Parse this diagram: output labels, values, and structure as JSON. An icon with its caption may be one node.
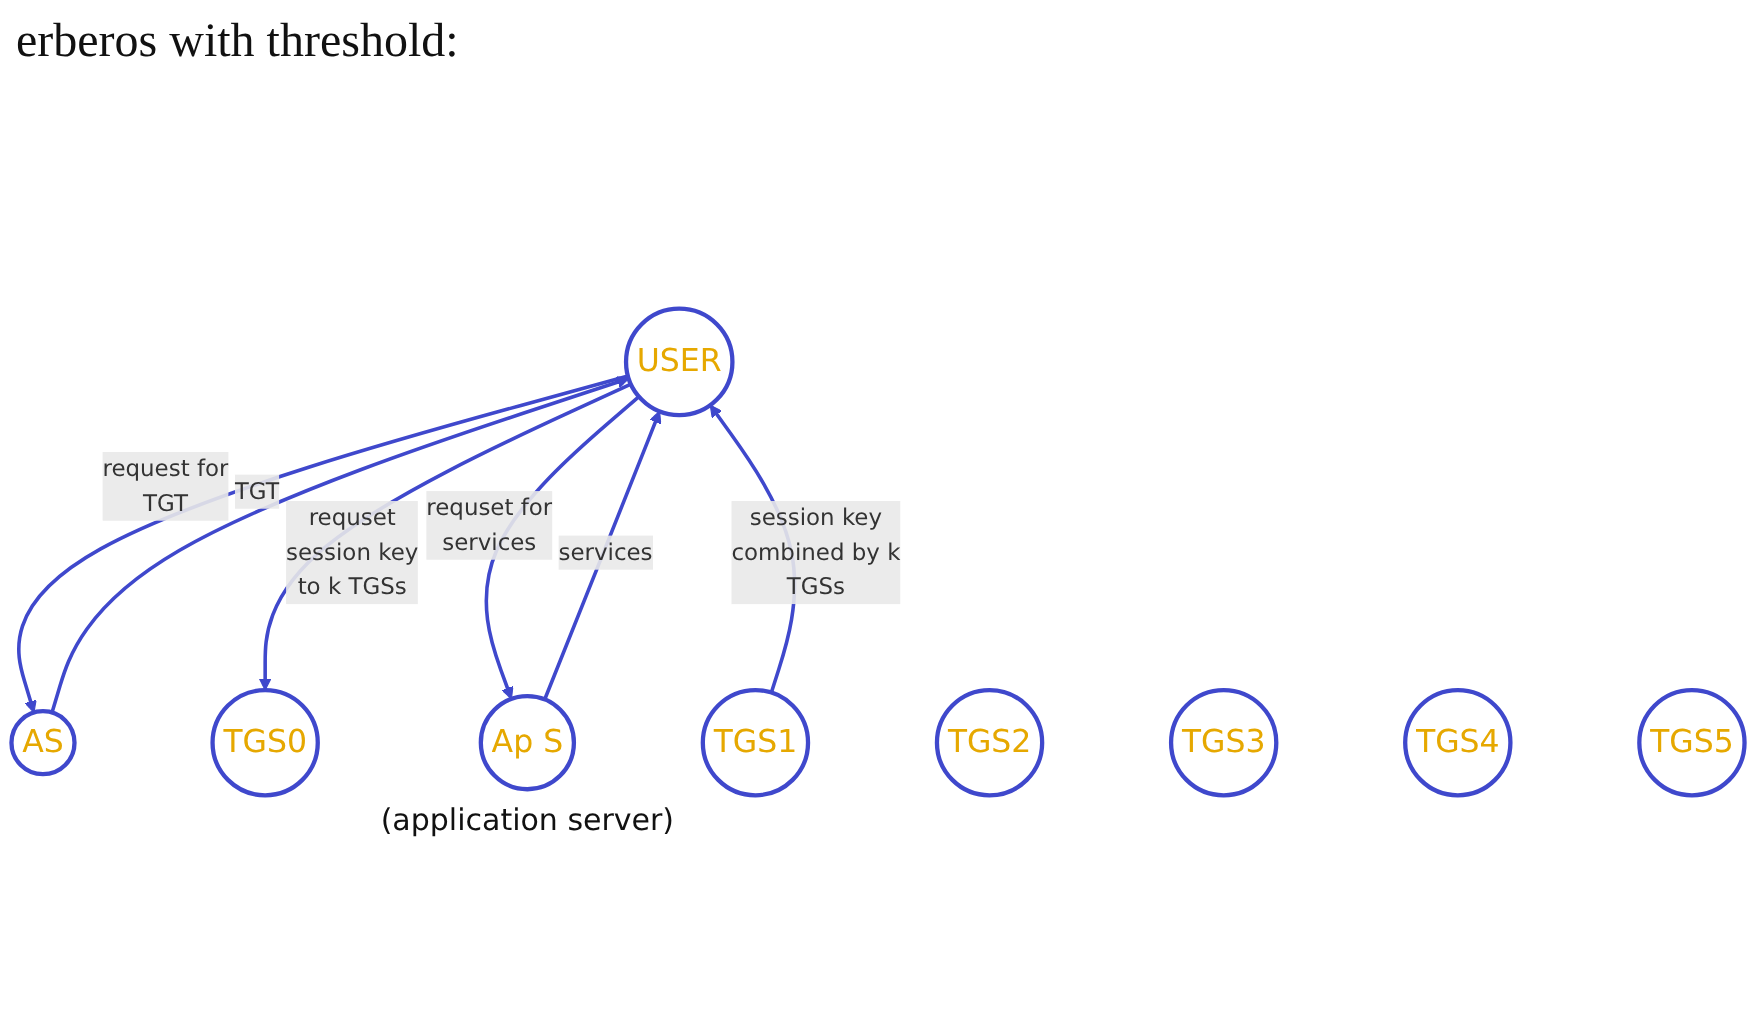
{
  "diagram": {
    "title": "erberos with threshold:",
    "nodes": [
      {
        "text": [
          "USER"
        ]
      },
      {
        "text": [
          "AS"
        ]
      },
      {
        "text": [
          "TGS0"
        ]
      },
      {
        "text": [
          "TGS1"
        ]
      },
      {
        "text": [
          "TGS2"
        ]
      },
      {
        "text": [
          "TGS3"
        ]
      },
      {
        "text": [
          "TGS4"
        ]
      },
      {
        "text": [
          "TGS5"
        ]
      },
      {
        "text": [
          "Ap S"
        ],
        "beside": [
          "(application server)"
        ]
      }
    ],
    "edges": [
      {
        "from": 0,
        "to": 1,
        "arrow": "to",
        "label": "request for TGT"
      },
      {
        "from": 1,
        "to": 0,
        "arrow": "to",
        "label": "TGT"
      },
      {
        "from": 0,
        "to": 2,
        "arrow": "to",
        "label": "requset session key to k TGSs"
      },
      {
        "from": 3,
        "to": 0,
        "arrow": "to",
        "label": "session key combined by k TGSs"
      },
      {
        "from": 0,
        "to": 8,
        "arrow": "to",
        "label": "requset for services"
      },
      {
        "from": 8,
        "to": 0,
        "arrow": "to",
        "label": "services"
      }
    ]
  }
}
